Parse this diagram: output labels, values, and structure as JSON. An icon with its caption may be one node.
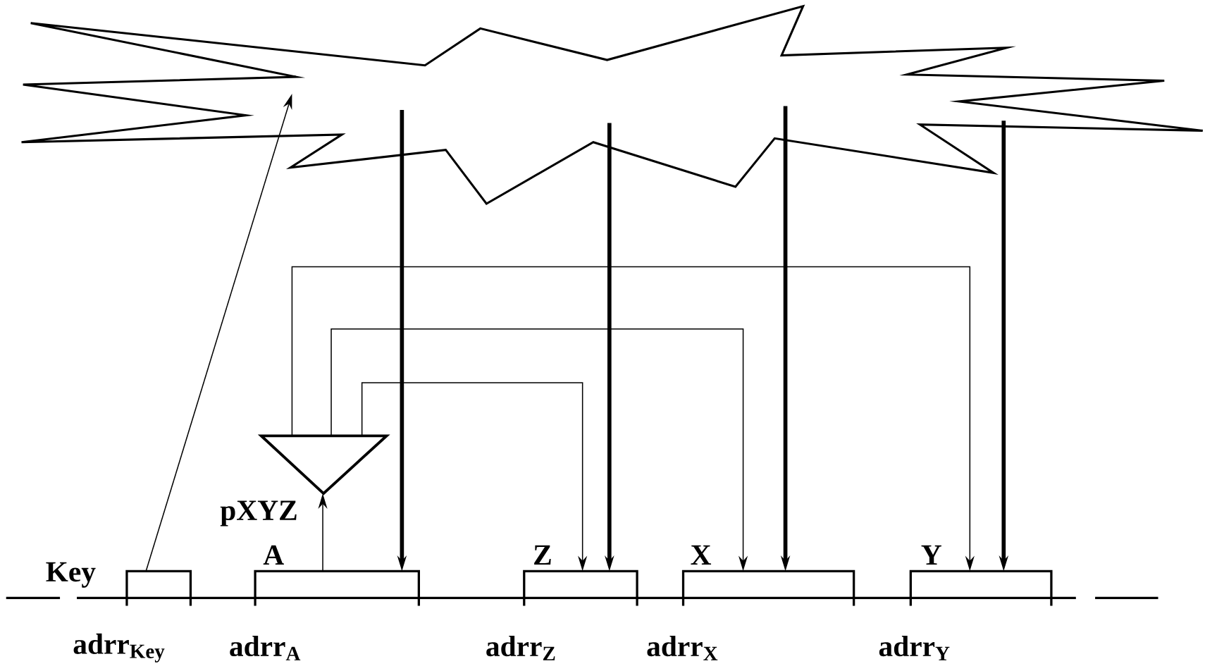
{
  "diagram": {
    "nodes": [
      {
        "text": [],
        "shape": "cloud"
      },
      {
        "text": [
          "pXYZ"
        ]
      },
      {
        "text": [
          "Key",
          "adrr$_{Key}$"
        ]
      },
      {
        "text": [
          "A",
          "adrr$_{A}$"
        ]
      },
      {
        "text": [
          "Z",
          "adrr$_{Z}$"
        ]
      },
      {
        "text": [
          "X",
          "adrr$_{X}$"
        ]
      },
      {
        "text": [
          "Y",
          "adrr$_{Y}$"
        ]
      }
    ],
    "edges": [
      {
        "from": 2,
        "to": 0,
        "arrow": "to"
      },
      {
        "from": 0,
        "to": 3,
        "arrow": "to",
        "style": "thick"
      },
      {
        "from": 0,
        "to": 4,
        "arrow": "to",
        "style": "thick"
      },
      {
        "from": 0,
        "to": 5,
        "arrow": "to",
        "style": "thick"
      },
      {
        "from": 0,
        "to": 6,
        "arrow": "to",
        "style": "thick"
      },
      {
        "from": 3,
        "to": 1,
        "arrow": "to"
      },
      {
        "from": 1,
        "to": 6,
        "arrow": "to"
      },
      {
        "from": 1,
        "to": 5,
        "arrow": "to"
      },
      {
        "from": 1,
        "to": 4,
        "arrow": "to"
      }
    ]
  }
}
